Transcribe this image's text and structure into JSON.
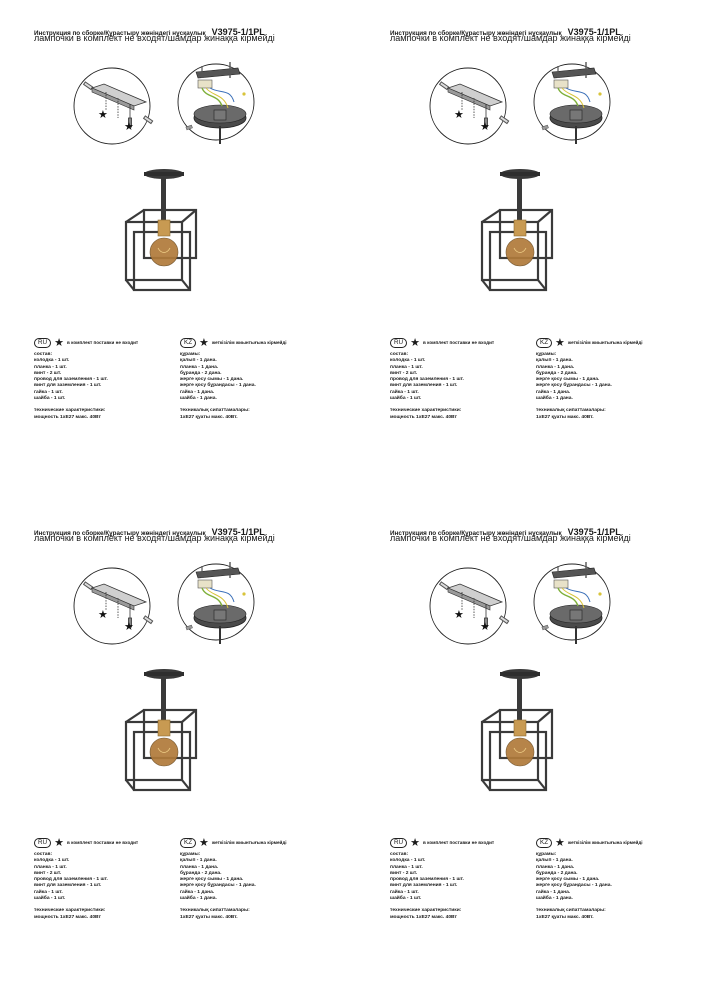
{
  "header": {
    "title": "Инструкция по сборке/Құрастыру жөніндегі нұсқаулық",
    "model": "V3975-1/1PL",
    "subtitle": "лампочки в комплект не входят/шамдар жинаққа кірмейді"
  },
  "ru": {
    "badge": "RU",
    "note": "в комплект поставки не входит",
    "list_heading": "состав:",
    "items": [
      "колодка - 1 шт.",
      "планка - 1 шт.",
      "винт - 2 шт.",
      "провод для заземления - 1 шт.",
      "винт для заземления - 1 шт.",
      "гайка - 1 шт.",
      "шайба - 1 шт."
    ],
    "tech_heading": "технические характеристики:",
    "tech_value": "мощность 1хЕ27 макс. 40Вт"
  },
  "kz": {
    "badge": "KZ",
    "note": "жеткізілім жиынтығына кірмейді",
    "list_heading": "құрамы:",
    "items": [
      "қалып - 1 дана.",
      "планка - 1 дана.",
      "бұранда - 2 дана.",
      "жерге қосу сымы - 1 дана.",
      "жерге қосу бұрандасы - 1 дана.",
      "гайка - 1 дана.",
      "шайба - 1 дана."
    ],
    "tech_heading": "техникалық сипаттамалары:",
    "tech_value": "1хЕ27 қуаты макс. 40Вт."
  },
  "colors": {
    "metal": "#3a3a3a",
    "brass": "#c89a52",
    "bulb": "#b07a3a",
    "wire_green": "#7fb03a",
    "wire_blue": "#3a6fb8",
    "wire_yellow": "#d8c43a"
  }
}
